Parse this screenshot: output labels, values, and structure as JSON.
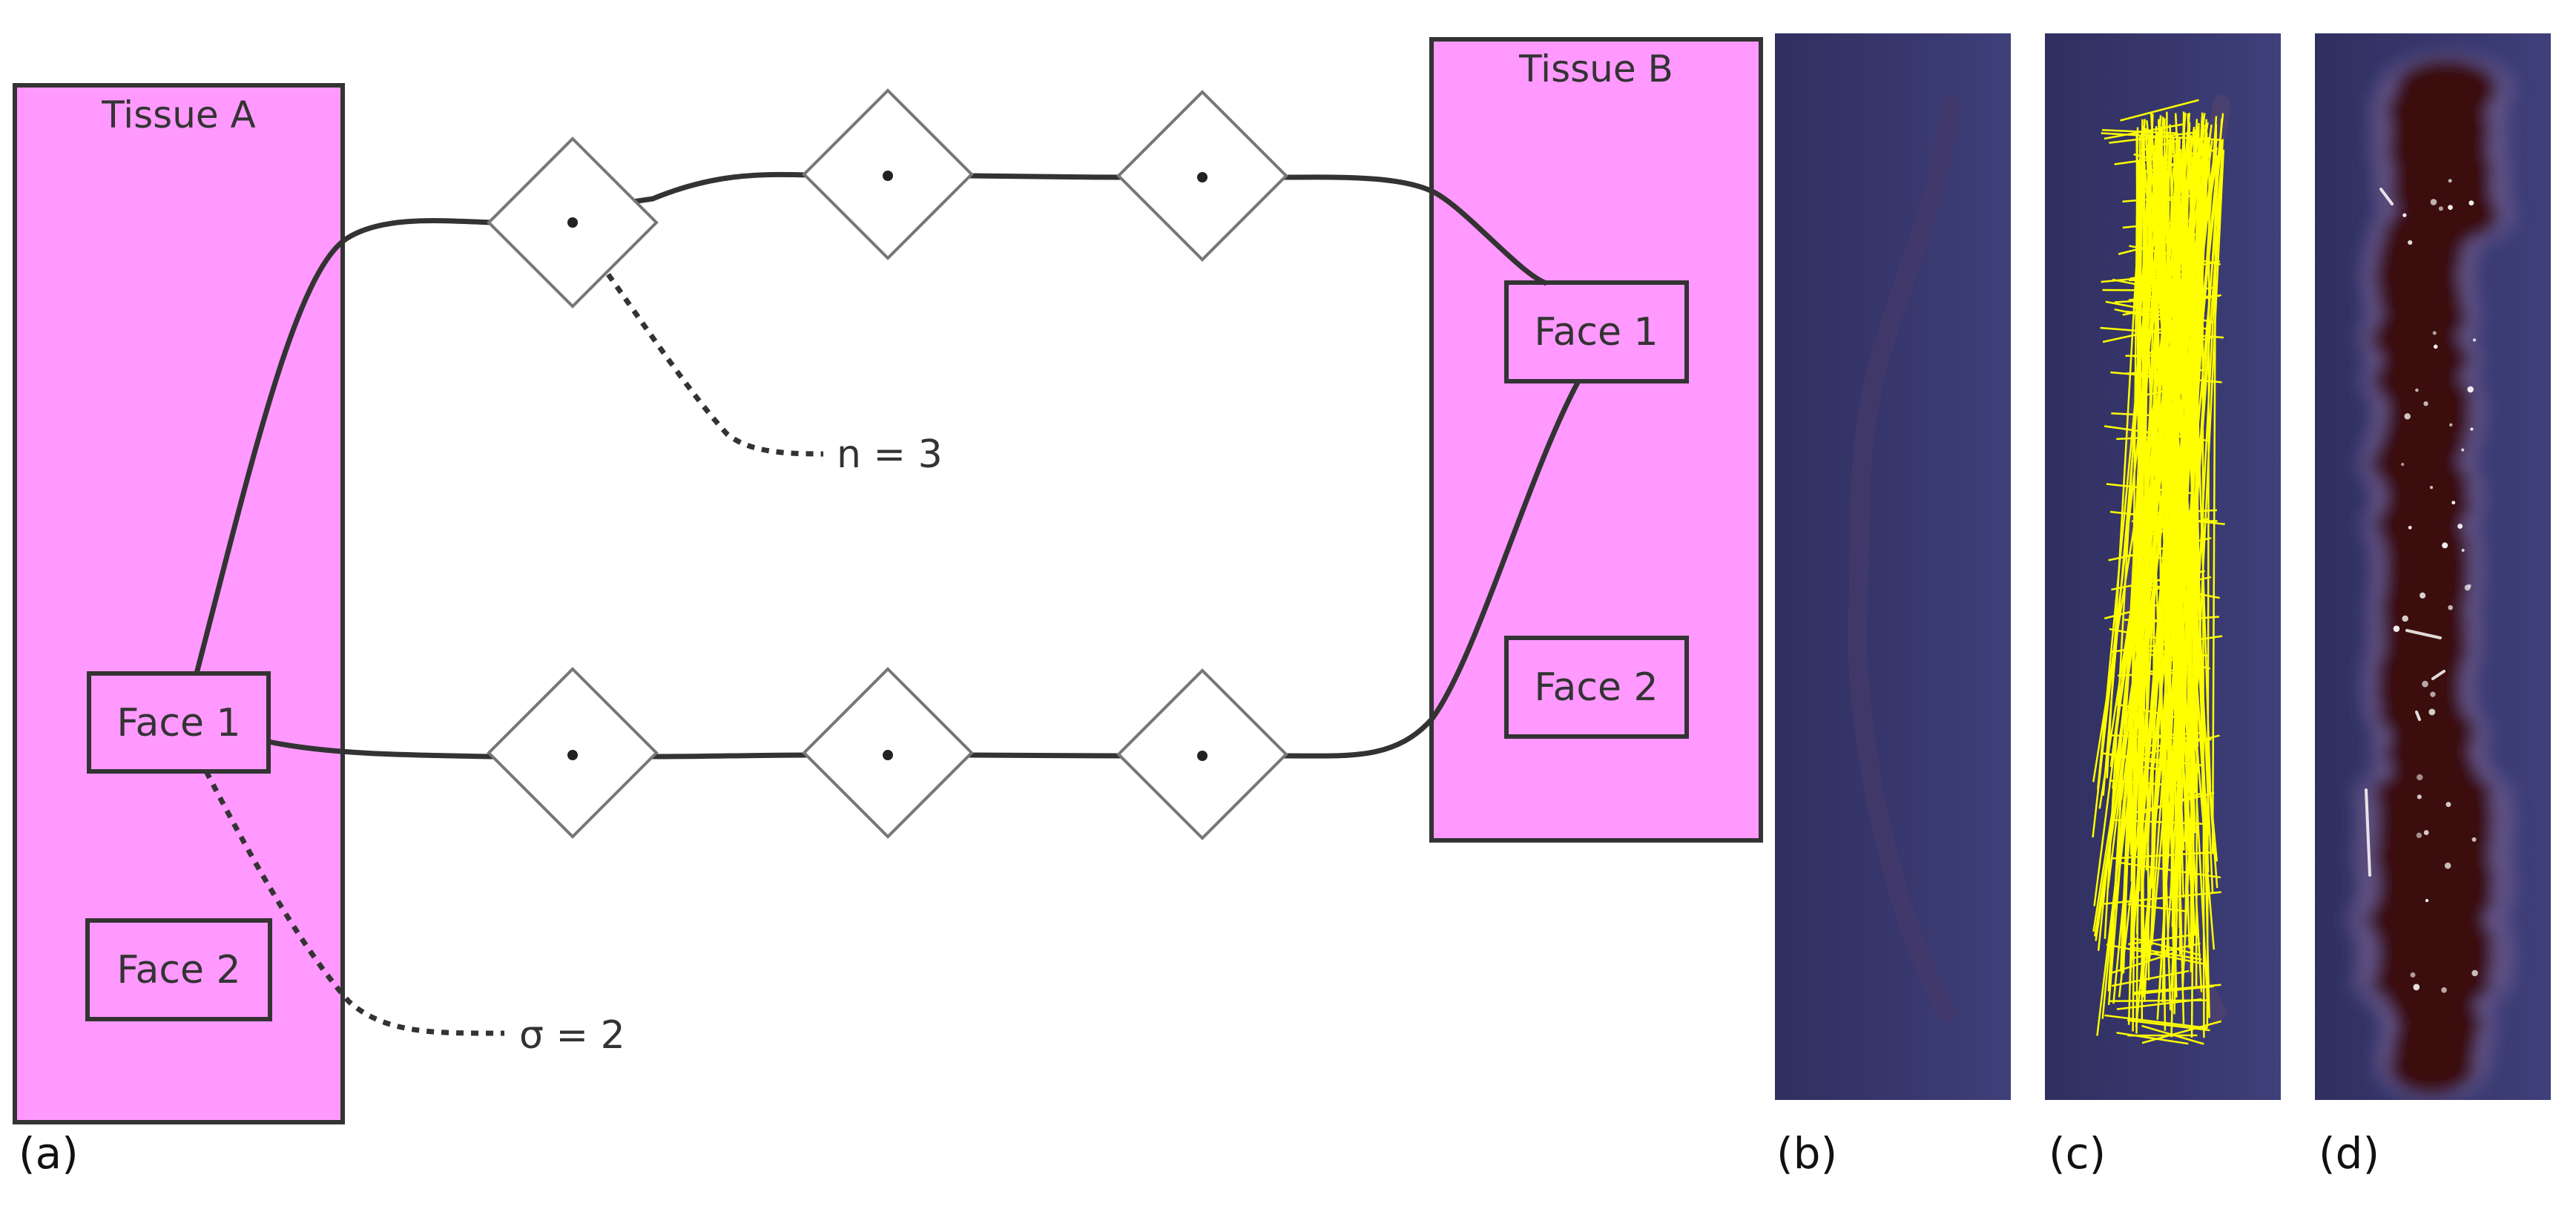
{
  "colors": {
    "tissue_fill": "#ff99ff",
    "outline": "#333333",
    "diamond_stroke": "#777777",
    "render_bg": "#35356a",
    "fiber_yellow": "#ffff00",
    "tissue_dark": "#3a0a10"
  },
  "diagram": {
    "tissue_a": {
      "title": "Tissue A",
      "faces": [
        "Face 1",
        "Face 2"
      ]
    },
    "tissue_b": {
      "title": "Tissue B",
      "faces": [
        "Face 1",
        "Face 2"
      ]
    },
    "annotations": {
      "n_label": "n = 3",
      "sigma_label": "σ = 2"
    }
  },
  "panels": [
    {
      "label": "(a)",
      "content": "schematic"
    },
    {
      "label": "(b)",
      "content": "render-thin-tissue"
    },
    {
      "label": "(c)",
      "content": "render-yellow-fibers"
    },
    {
      "label": "(d)",
      "content": "render-dark-tissue"
    }
  ]
}
